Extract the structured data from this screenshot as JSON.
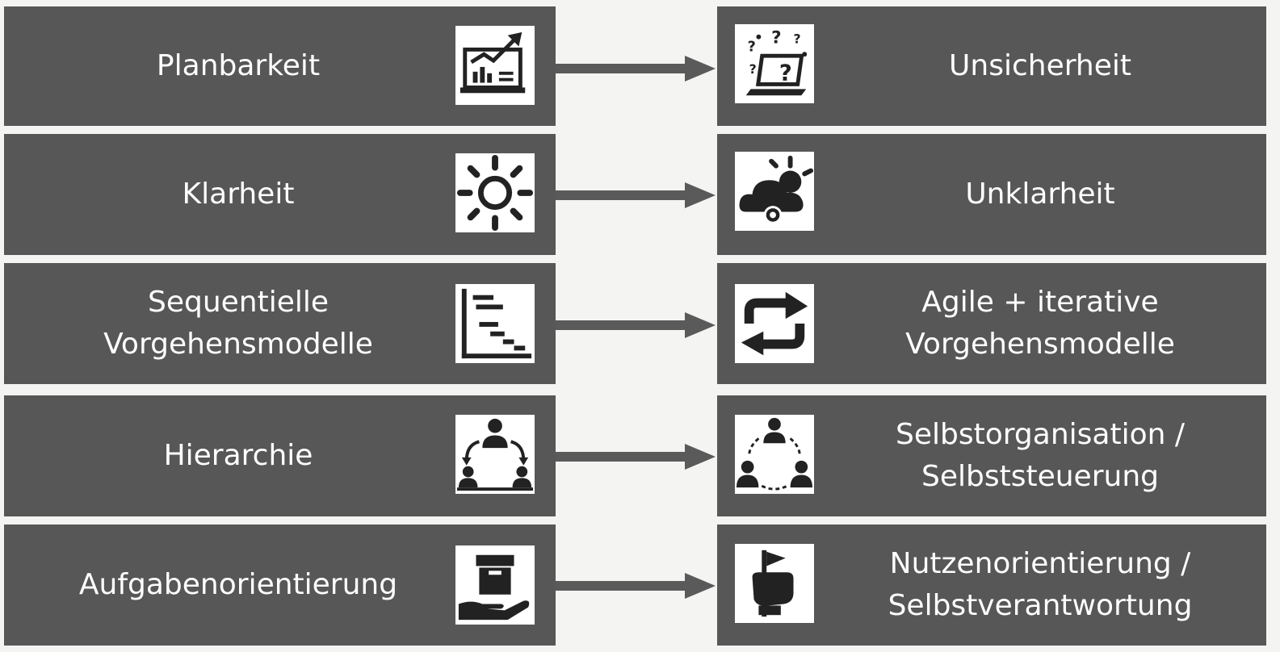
{
  "rows": [
    {
      "left": {
        "lines": [
          "Planbarkeit",
          ""
        ],
        "icon": "chart-growth-icon"
      },
      "right": {
        "lines": [
          "Unsicherheit",
          ""
        ],
        "icon": "laptop-question-icon"
      }
    },
    {
      "left": {
        "lines": [
          "Klarheit",
          ""
        ],
        "icon": "sun-icon"
      },
      "right": {
        "lines": [
          "Unklarheit",
          ""
        ],
        "icon": "cloud-sun-icon"
      }
    },
    {
      "left": {
        "lines": [
          "Sequentielle",
          "Vorgehensmodelle"
        ],
        "icon": "gantt-chart-icon"
      },
      "right": {
        "lines": [
          "Agile + iterative",
          "Vorgehensmodelle"
        ],
        "icon": "cycle-arrows-icon"
      }
    },
    {
      "left": {
        "lines": [
          "Hierarchie",
          ""
        ],
        "icon": "hierarchy-people-icon"
      },
      "right": {
        "lines": [
          "Selbstorganisation /",
          "Selbststeuerung"
        ],
        "icon": "circle-people-icon"
      }
    },
    {
      "left": {
        "lines": [
          "Aufgabenorientierung",
          ""
        ],
        "icon": "box-hand-icon"
      },
      "right": {
        "lines": [
          "Nutzenorientierung /",
          "Selbstverantwortung"
        ],
        "icon": "hand-flag-icon"
      }
    }
  ],
  "colors": {
    "box": "#575757",
    "arrow": "#5a5a5a",
    "background": "#f4f4f2",
    "text": "#ffffff"
  }
}
